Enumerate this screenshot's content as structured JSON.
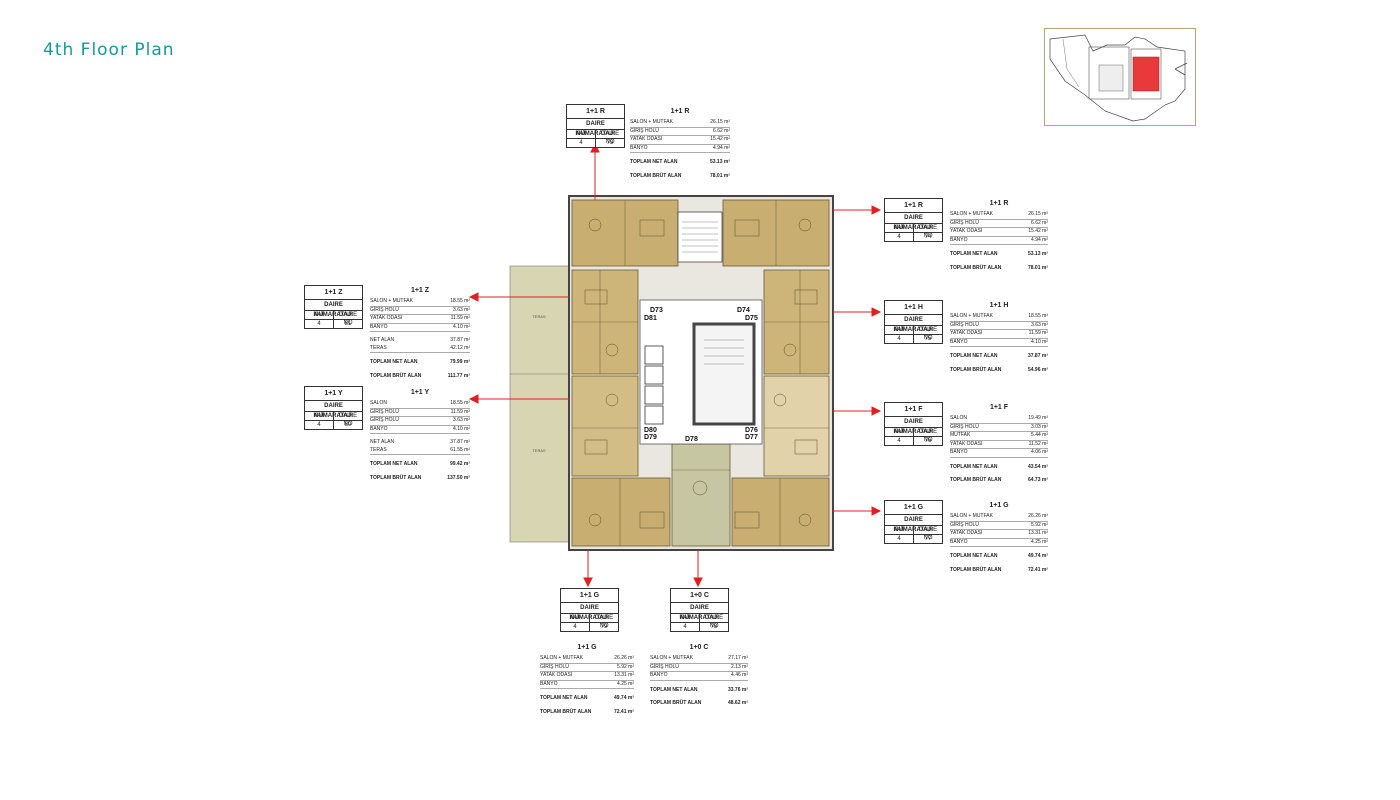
{
  "page": {
    "title": "4th Floor Plan"
  },
  "colors": {
    "accent": "#159a98",
    "unit_fill": "#c8ae71",
    "terrace_fill": "#d8d5b3",
    "arrow": "#e02020",
    "highlight": "#e8393b"
  },
  "labels": {
    "daire_numaratajı": "DAIRE NUMARATAJI",
    "kat": "KAT",
    "daire_no": "DAIRE NO",
    "teras": "TERAS"
  },
  "plan_labels": [
    "D73",
    "D81",
    "D74",
    "D75",
    "D80",
    "D79",
    "D78",
    "D76",
    "D77"
  ],
  "units": [
    {
      "id": "u73",
      "type": "1+1 R",
      "kat": "4",
      "no": "73",
      "rows": [
        [
          "SALON + MUTFAK",
          "26.15 m²"
        ],
        [
          "GİRİŞ HOLÜ",
          "6.62 m²"
        ],
        [
          "YATAK ODASI",
          "15.42 m²"
        ],
        [
          "BANYO",
          "4.94 m²"
        ]
      ],
      "totals": [
        [
          "TOPLAM NET ALAN",
          "53.13 m²"
        ],
        [
          "TOPLAM BRÜT ALAN",
          "78.01 m²"
        ]
      ]
    },
    {
      "id": "u74",
      "type": "1+1 R",
      "kat": "4",
      "no": "74",
      "rows": [
        [
          "SALON + MUTFAK",
          "26.15 m²"
        ],
        [
          "GİRİŞ HOLÜ",
          "6.62 m²"
        ],
        [
          "YATAK ODASI",
          "15.42 m²"
        ],
        [
          "BANYO",
          "4.94 m²"
        ]
      ],
      "totals": [
        [
          "TOPLAM NET ALAN",
          "53.13 m²"
        ],
        [
          "TOPLAM BRÜT ALAN",
          "78.01 m²"
        ]
      ]
    },
    {
      "id": "u75",
      "type": "1+1 H",
      "kat": "4",
      "no": "75",
      "rows": [
        [
          "SALON + MUTFAK",
          "18.55 m²"
        ],
        [
          "GİRİŞ HOLÜ",
          "3.63 m²"
        ],
        [
          "YATAK ODASI",
          "11.59 m²"
        ],
        [
          "BANYO",
          "4.10 m²"
        ]
      ],
      "totals": [
        [
          "TOPLAM NET ALAN",
          "37.87 m²"
        ],
        [
          "TOPLAM BRÜT ALAN",
          "54.96 m²"
        ]
      ]
    },
    {
      "id": "u76",
      "type": "1+1 F",
      "kat": "4",
      "no": "76",
      "rows": [
        [
          "SALON",
          "19.49 m²"
        ],
        [
          "GİRİŞ HOLÜ",
          "3.03 m²"
        ],
        [
          "MUTFAK",
          "5.44 m²"
        ],
        [
          "YATAK ODASI",
          "11.52 m²"
        ],
        [
          "BANYO",
          "4.06 m²"
        ]
      ],
      "totals": [
        [
          "TOPLAM NET ALAN",
          "43.54 m²"
        ],
        [
          "TOPLAM BRÜT ALAN",
          "64.73 m²"
        ]
      ]
    },
    {
      "id": "u77",
      "type": "1+1 G",
      "kat": "4",
      "no": "77",
      "rows": [
        [
          "SALON + MUTFAK",
          "26.26 m²"
        ],
        [
          "GİRİŞ HOLÜ",
          "5.92 m²"
        ],
        [
          "YATAK ODASI",
          "13.31 m²"
        ],
        [
          "BANYO",
          "4.25 m²"
        ]
      ],
      "totals": [
        [
          "TOPLAM NET ALAN",
          "49.74 m²"
        ],
        [
          "TOPLAM BRÜT ALAN",
          "72.41 m²"
        ]
      ]
    },
    {
      "id": "u79",
      "type": "1+1 G",
      "kat": "4",
      "no": "79",
      "rows": [
        [
          "SALON + MUTFAK",
          "26.26 m²"
        ],
        [
          "GİRİŞ HOLÜ",
          "5.92 m²"
        ],
        [
          "YATAK ODASI",
          "13.31 m²"
        ],
        [
          "BANYO",
          "4.25 m²"
        ]
      ],
      "totals": [
        [
          "TOPLAM NET ALAN",
          "49.74 m²"
        ],
        [
          "TOPLAM BRÜT ALAN",
          "72.41 m²"
        ]
      ]
    },
    {
      "id": "u78",
      "type": "1+0 C",
      "kat": "4",
      "no": "78",
      "rows": [
        [
          "SALON + MUTFAK",
          "27.17 m²"
        ],
        [
          "GİRİŞ HOLÜ",
          "2.13 m²"
        ],
        [
          "BANYO",
          "4.46 m²"
        ]
      ],
      "totals": [
        [
          "TOPLAM NET ALAN",
          "33.76 m²"
        ],
        [
          "TOPLAM BRÜT ALAN",
          "48.62 m²"
        ]
      ]
    },
    {
      "id": "u81",
      "type": "1+1 Z",
      "kat": "4",
      "no": "81",
      "rows": [
        [
          "SALON + MUTFAK",
          "18.55 m²"
        ],
        [
          "GİRİŞ HOLÜ",
          "3.63 m²"
        ],
        [
          "YATAK ODASI",
          "11.59 m²"
        ],
        [
          "BANYO",
          "4.10 m²"
        ]
      ],
      "mid": [
        [
          "NET ALAN",
          "37.87 m²"
        ],
        [
          "TERAS",
          "42.12 m²"
        ]
      ],
      "totals": [
        [
          "TOPLAM NET ALAN",
          "79.99 m²"
        ],
        [
          "TOPLAM BRÜT ALAN",
          "111.77 m²"
        ]
      ]
    },
    {
      "id": "u80",
      "type": "1+1 Y",
      "kat": "4",
      "no": "80",
      "rows": [
        [
          "SALON",
          "18.55 m²"
        ],
        [
          "GİRİŞ HOLÜ",
          "11.59 m²"
        ],
        [
          "GİRİŞ HOLÜ",
          "3.63 m²"
        ],
        [
          "BANYO",
          "4.10 m²"
        ]
      ],
      "mid": [
        [
          "NET ALAN",
          "37.87 m²"
        ],
        [
          "TERAS",
          "61.55 m²"
        ]
      ],
      "totals": [
        [
          "TOPLAM NET ALAN",
          "99.42 m²"
        ],
        [
          "TOPLAM BRÜT ALAN",
          "137.50 m²"
        ]
      ]
    }
  ]
}
